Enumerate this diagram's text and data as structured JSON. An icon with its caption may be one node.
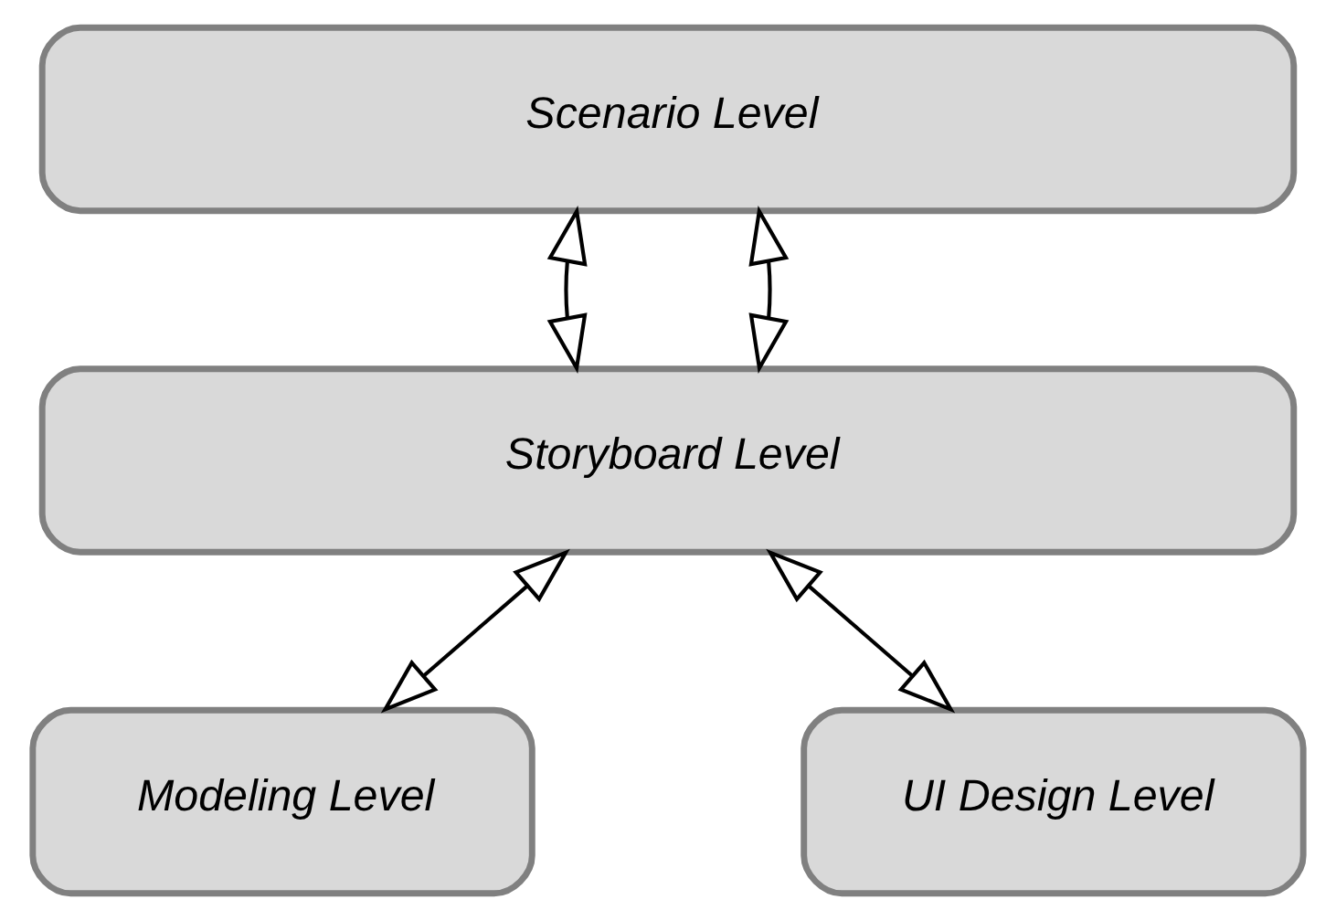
{
  "diagram": {
    "nodes": [
      {
        "text": [
          "Scenario Level"
        ]
      },
      {
        "text": [
          "Storyboard Level"
        ]
      },
      {
        "text": [
          "Modeling Level"
        ]
      },
      {
        "text": [
          "UI Design Level"
        ]
      }
    ],
    "edges": [
      {
        "from": 0,
        "to": 1,
        "arrow": "both"
      },
      {
        "from": 0,
        "to": 1,
        "arrow": "both"
      },
      {
        "from": 1,
        "to": 2,
        "arrow": "both"
      },
      {
        "from": 1,
        "to": 3,
        "arrow": "both"
      }
    ]
  }
}
